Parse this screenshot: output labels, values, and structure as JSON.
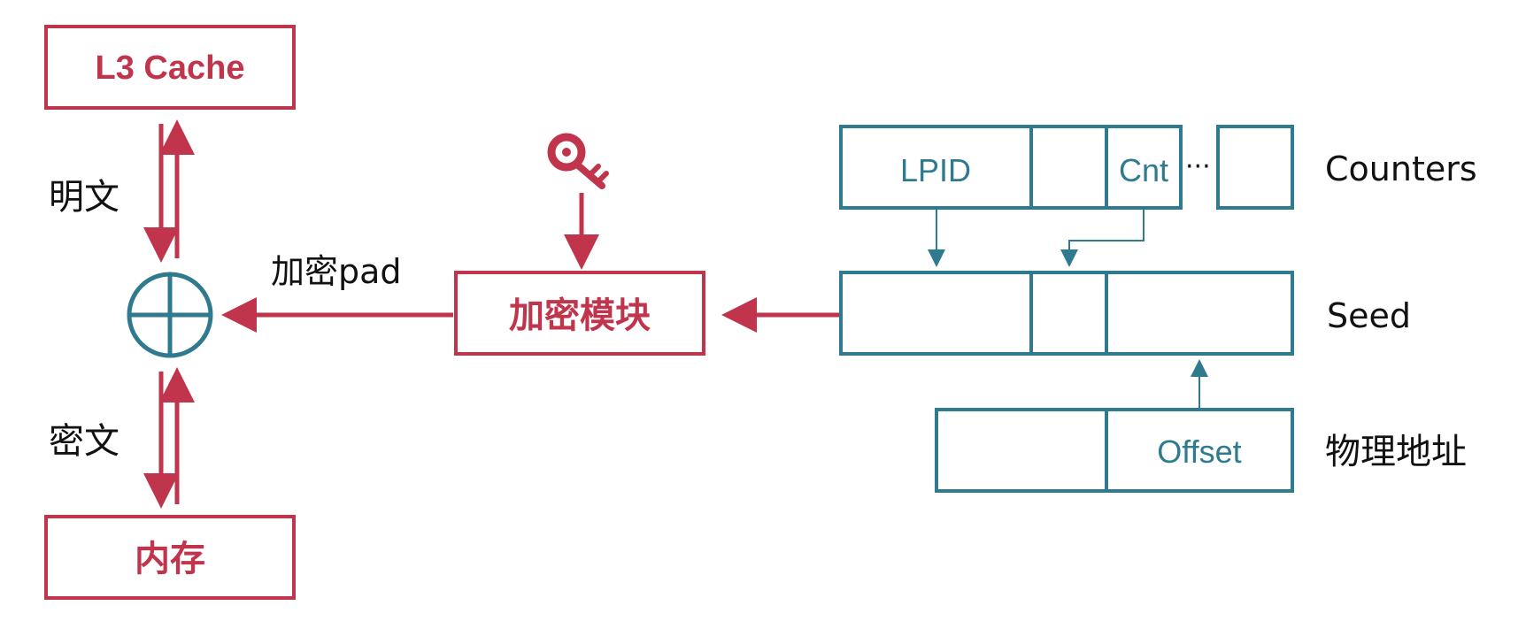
{
  "colors": {
    "accent_red": "#c0354c",
    "accent_teal": "#2f7a8e",
    "text_black": "#111111"
  },
  "left_column": {
    "top_box_label": "L3 Cache",
    "bottom_box_label": "内存",
    "plaintext_label": "明文",
    "ciphertext_label": "密文",
    "xor_icon": "circled-plus-icon"
  },
  "encryption": {
    "pad_label": "加密pad",
    "module_label": "加密模块",
    "key_icon": "key-icon"
  },
  "counters_row": {
    "lpid_label": "LPID",
    "cnt_label": "Cnt",
    "ellipsis": "···",
    "row_label": "Counters"
  },
  "seed_row": {
    "row_label": "Seed"
  },
  "address_row": {
    "offset_label": "Offset",
    "row_label": "物理地址"
  }
}
